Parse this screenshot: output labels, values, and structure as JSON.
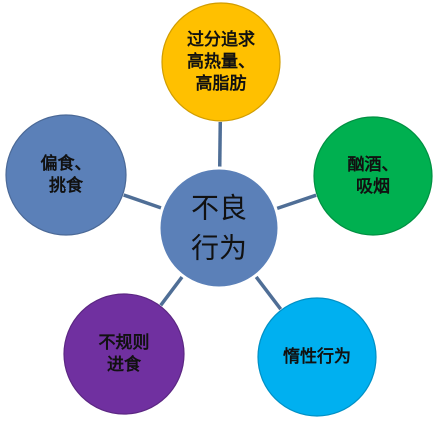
{
  "center": {
    "lines": [
      "不良",
      "行为"
    ],
    "color": "#5B80B8"
  },
  "nodes": [
    {
      "id": "top",
      "lines": [
        "过分追求",
        "高热量、",
        "高脂肪"
      ],
      "color": "#FFC000"
    },
    {
      "id": "right-top",
      "lines": [
        "酗酒、",
        "吸烟"
      ],
      "color": "#00B050"
    },
    {
      "id": "right-bottom",
      "lines": [
        "惰性行为"
      ],
      "color": "#00B0F0"
    },
    {
      "id": "left-bottom",
      "lines": [
        "不规则",
        "进食"
      ],
      "color": "#7030A0"
    },
    {
      "id": "left-top",
      "lines": [
        "偏食、",
        "挑食"
      ],
      "color": "#5B80B8"
    }
  ],
  "connector_color": "#4F6E96"
}
